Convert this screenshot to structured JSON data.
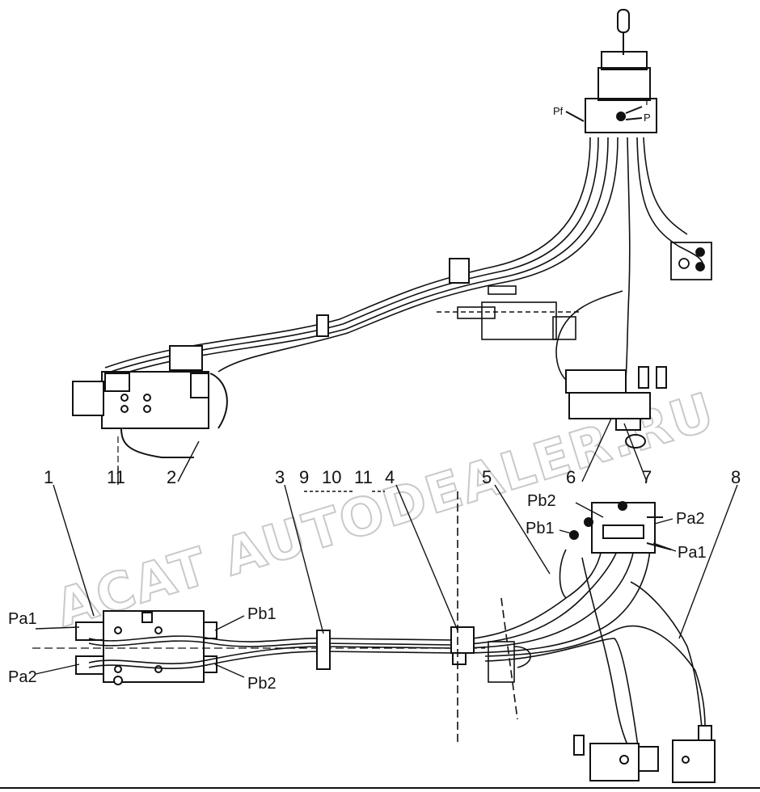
{
  "watermark": "ACAT AUTODEALER.RU",
  "pilot_labels": {
    "pf": "Pf",
    "t": "T",
    "p": "P"
  },
  "part_numbers": {
    "n1": "1",
    "n11a": "11",
    "n2": "2",
    "n3": "3",
    "n9": "9",
    "n10": "10",
    "n11b": "11",
    "n4": "4",
    "n5": "5",
    "n6": "6",
    "n7": "7",
    "n8": "8"
  },
  "port_labels_left": {
    "pa1": "Pa1",
    "pa2": "Pa2",
    "pb1": "Pb1",
    "pb2": "Pb2"
  },
  "port_labels_right": {
    "pb2": "Pb2",
    "pb1": "Pb1",
    "pa2": "Pa2",
    "pa1": "Pa1"
  }
}
